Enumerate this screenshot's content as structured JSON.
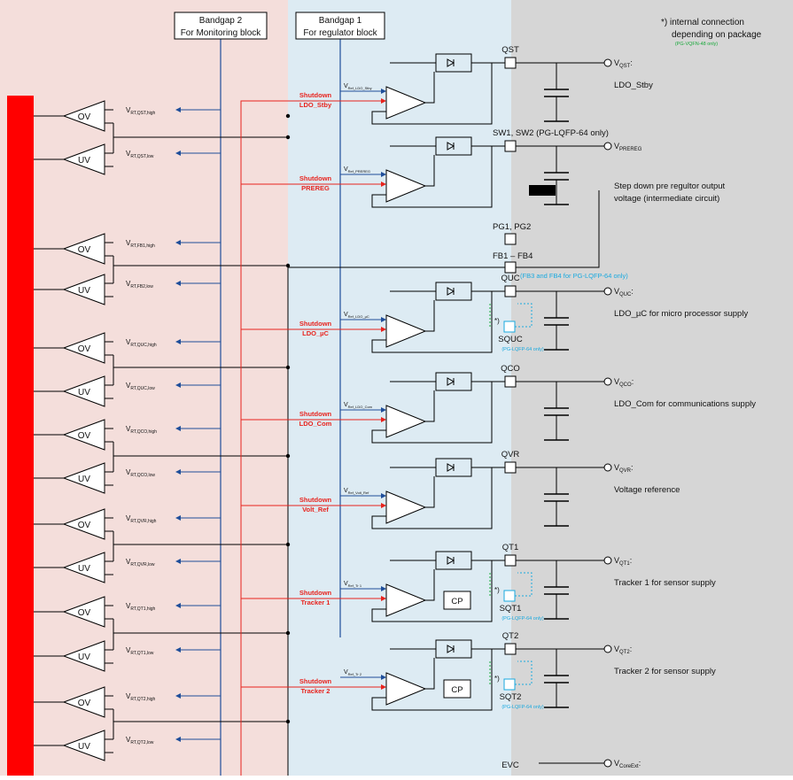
{
  "header": {
    "bandgap2": [
      "Bandgap 2",
      "For Monitoring block"
    ],
    "bandgap1": [
      "Bandgap 1",
      "For regulator block"
    ],
    "note": [
      "*) internal connection",
      "depending on package"
    ],
    "note_small": "(PG-VQFN-48 only)"
  },
  "colors": {
    "monitor_bg": "#f4dedb",
    "regulator_bg": "#ddebf3",
    "output_bg": "#d6d6d6",
    "red_bar": "#ff0000",
    "shutdown_red": "#e8231d",
    "ref_blue": "#1f4e9a",
    "cyan": "#19a9df",
    "line": "#000000"
  },
  "comparators": [
    {
      "type": "OV",
      "signal_main": "V",
      "signal_sub": "RT,QST,high"
    },
    {
      "type": "UV",
      "signal_main": "V",
      "signal_sub": "RT,QST,low"
    },
    {
      "type": "OV",
      "signal_main": "V",
      "signal_sub": "RT,FB1,high"
    },
    {
      "type": "UV",
      "signal_main": "V",
      "signal_sub": "RT,FB2,low"
    },
    {
      "type": "OV",
      "signal_main": "V",
      "signal_sub": "RT,QUC,high"
    },
    {
      "type": "UV",
      "signal_main": "V",
      "signal_sub": "RT,QUC,low"
    },
    {
      "type": "OV",
      "signal_main": "V",
      "signal_sub": "RT,QCO,high"
    },
    {
      "type": "UV",
      "signal_main": "V",
      "signal_sub": "RT,QCO,low"
    },
    {
      "type": "OV",
      "signal_main": "V",
      "signal_sub": "RT,QVR,high"
    },
    {
      "type": "UV",
      "signal_main": "V",
      "signal_sub": "RT,QVR,low"
    },
    {
      "type": "OV",
      "signal_main": "V",
      "signal_sub": "RT,QT1,high"
    },
    {
      "type": "UV",
      "signal_main": "V",
      "signal_sub": "RT,QT1,low"
    },
    {
      "type": "OV",
      "signal_main": "V",
      "signal_sub": "RT,QT2,high"
    },
    {
      "type": "UV",
      "signal_main": "V",
      "signal_sub": "RT,QT2,low"
    }
  ],
  "regulators": [
    {
      "shutdown": [
        "Shutdown",
        "LDO_Stby"
      ],
      "vref_main": "V",
      "vref_sub": "Ref_LDO_Stby",
      "pin": "QST",
      "out_main": "V",
      "out_sub": "QST",
      "out_suffix": ":",
      "desc": [
        "LDO_Stby"
      ]
    },
    {
      "shutdown": [
        "Shutdown",
        "PREREG"
      ],
      "vref_main": "V",
      "vref_sub": "Ref_PREREG",
      "pin": "SW1, SW2 (PG-LQFP-64 only)",
      "out_main": "V",
      "out_sub": "PREREG",
      "out_suffix": "",
      "desc": [
        "Step down pre regultor output",
        "voltage (intermediate circuit)"
      ]
    },
    {
      "shutdown": [
        "Shutdown",
        "LDO_µC"
      ],
      "vref_main": "V",
      "vref_sub": "Ref_LDO_µC",
      "pin": "QUC",
      "out_main": "V",
      "out_sub": "QUC",
      "out_suffix": ":",
      "desc": [
        "LDO_µC for micro processor supply"
      ]
    },
    {
      "shutdown": [
        "Shutdown",
        "LDO_Com"
      ],
      "vref_main": "V",
      "vref_sub": "Ref_LDO_Com",
      "pin": "QCO",
      "out_main": "V",
      "out_sub": "QCO",
      "out_suffix": ":",
      "desc": [
        "LDO_Com for communications supply"
      ]
    },
    {
      "shutdown": [
        "Shutdown",
        "Volt_Ref"
      ],
      "vref_main": "V",
      "vref_sub": "Ref_Volt_Ref",
      "pin": "QVR",
      "out_main": "V",
      "out_sub": "QVR",
      "out_suffix": ":",
      "desc": [
        "Voltage reference"
      ]
    },
    {
      "shutdown": [
        "Shutdown",
        "Tracker 1"
      ],
      "vref_main": "V",
      "vref_sub": "Ref_Tr 1",
      "pin": "QT1",
      "out_main": "V",
      "out_sub": "QT1",
      "out_suffix": ":",
      "desc": [
        "Tracker 1 for sensor supply"
      ]
    },
    {
      "shutdown": [
        "Shutdown",
        "Tracker 2"
      ],
      "vref_main": "V",
      "vref_sub": "Ref_Tr 2",
      "pin": "QT2",
      "out_main": "V",
      "out_sub": "QT2",
      "out_suffix": ":",
      "desc": [
        "Tracker 2 for sensor supply"
      ]
    }
  ],
  "pins_extra": {
    "pg": "PG1, PG2",
    "fb": "FB1 – FB4",
    "fb_note": "(FB3 and FB4 for PG-LQFP-64 only)",
    "squc": "SQUC",
    "squc_note": "(PG-LQFP-64 only)",
    "sqt1": "SQT1",
    "sqt1_note": "(PG-LQFP-64 only)",
    "sqt2": "SQT2",
    "sqt2_note": "(PG-LQFP-64 only)",
    "star": "*)",
    "cp": "CP",
    "evc": "EVC",
    "vcoreext_main": "V",
    "vcoreext_sub": "CoreExt",
    "vcoreext_suffix": ":"
  }
}
